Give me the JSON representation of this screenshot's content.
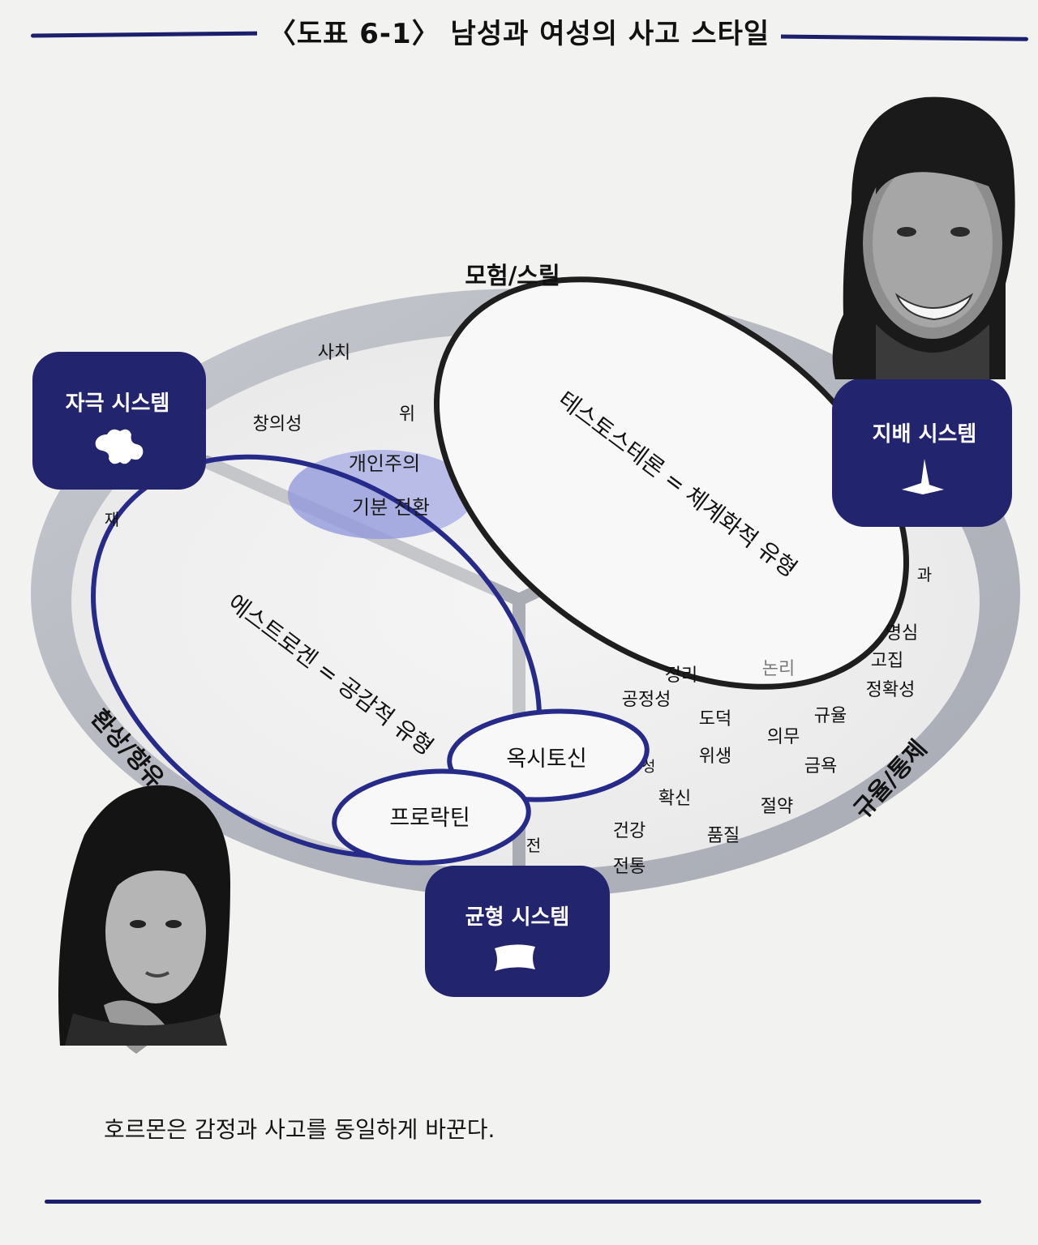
{
  "title": "〈도표 6-1〉 남성과 여성의 사고 스타일",
  "ring_labels": {
    "top": "모험/스릴",
    "left": "환상/향유",
    "right": "규율/통제"
  },
  "systems": {
    "stimulus": "자극 시스템",
    "dominance": "지배 시스템",
    "balance": "균형 시스템"
  },
  "ellipses": {
    "testosterone": "테스토스테론 = 체계화적 유형",
    "estrogen": "에스트로겐 = 공감적 유형",
    "oxytocin": "옥시토신",
    "prolactin": "프로락틴"
  },
  "overlap": {
    "line1": "개인주의",
    "line2": "기분 전환"
  },
  "words_upper_left": {
    "w1": "사치",
    "w2": "창의성",
    "w3": "위",
    "w4": "재"
  },
  "words_right": {
    "w1": "과",
    "w2": "명심",
    "w3": "고집",
    "w4": "정확성",
    "w5": "논리",
    "w6": "정리",
    "w7": "공정성",
    "w8": "도덕",
    "w9": "의무",
    "w10": "규율",
    "w11": "위생",
    "w12": "금욕",
    "w13": "확신",
    "w14": "절약",
    "w15": "건강",
    "w16": "품질",
    "w17": "전통",
    "w18": "성",
    "w19": "전"
  },
  "caption": "호르몬은 감정과 사고를 동일하게 바꾼다.",
  "colors": {
    "navy": "#1c1f6b",
    "ring": "#b9bcc4",
    "overlap": "#6f78d8"
  }
}
